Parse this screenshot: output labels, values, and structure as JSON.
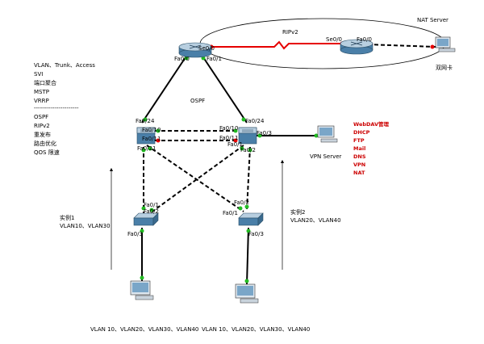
{
  "nat_server_label": "NAT Server",
  "rip_label": "RIPv2",
  "ospf_label": "OSPF",
  "dual_nic_label": "双网卡",
  "vpn_server_label": "VPN Server",
  "notes": [
    "VLAN、Trunk、Access",
    "SVI",
    "端口聚合",
    "MSTP",
    "VRRP",
    "----------------------",
    "OSPF",
    "RIPv2",
    "重发布",
    "路由优化",
    "QOS 限速"
  ],
  "services": [
    "WebDAV管理",
    "DHCP",
    "FTP",
    "Mail",
    "DNS",
    "VPN",
    "NAT"
  ],
  "instance1": {
    "title": "实例1",
    "vlans": "VLAN10、VLAN30"
  },
  "instance2": {
    "title": "实例2",
    "vlans": "VLAN20、VLAN40"
  },
  "pc_left_vlans": "VLAN 10、VLAN20、VLAN30、VLAN40",
  "pc_right_vlans": "VLAN 10、VLAN20、VLAN30、VLAN40",
  "ports": {
    "r1_se": "Se0/0",
    "r1_fa0": "Fa0/0",
    "r1_fa1": "Fa0/1",
    "r2_se": "Se0/0",
    "r2_fa": "Fa0/0",
    "ml_fa24": "Fa0/24",
    "ml_fa10": "Fa0/10",
    "ml_fa11": "Fa0/11",
    "ml_fa21": "Fa0/21",
    "mr_fa24": "Fa0/24",
    "mr_fa10": "Fa0/10",
    "mr_fa11": "Fa0/11",
    "mr_fa1": "Fa0/1",
    "mr_fa3": "Fa0/3",
    "mr_fa2": "Fa0/2",
    "sl_fa1": "Fa0/1",
    "sl_fa2": "Fa0/2",
    "sl_fa3": "Fa0/3",
    "sr_fa2": "Fa0/2",
    "sr_fa1": "Fa0/1",
    "sr_fa3": "Fa0/3"
  }
}
